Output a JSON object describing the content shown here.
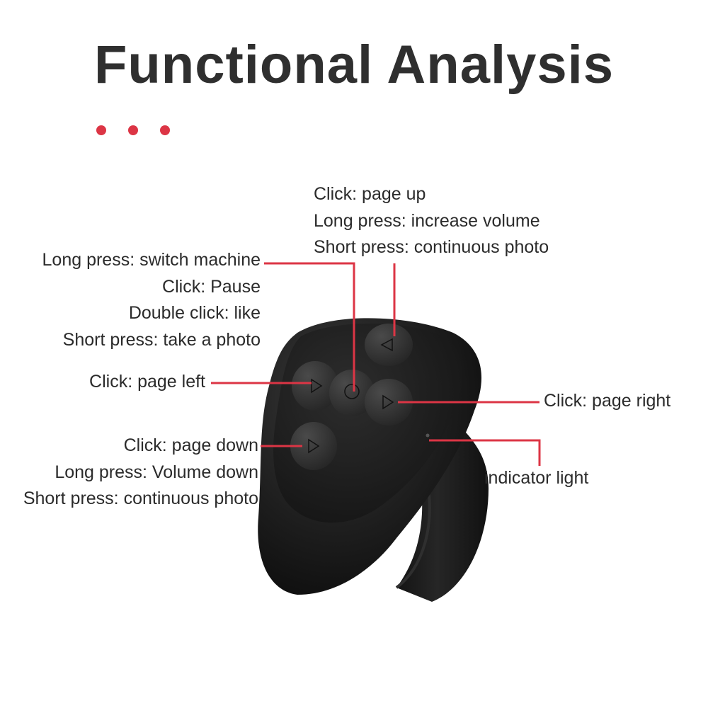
{
  "title": "Functional Analysis",
  "colors": {
    "accent": "#dc3545",
    "text": "#2b2b2b",
    "device": "#1c1c1c"
  },
  "annotations": {
    "top_right_button": [
      "Click: page up",
      "Long press: increase volume",
      "Short press: continuous photo"
    ],
    "center_button": [
      "Long press: switch machine",
      "Click: Pause",
      "Double click: like",
      "Short press: take a photo"
    ],
    "left_button": "Click: page left",
    "right_button": "Click: page right",
    "bottom_button": [
      "Click: page down",
      "Long press: Volume down",
      "Short press: continuous photo"
    ],
    "indicator": "indicator light"
  }
}
